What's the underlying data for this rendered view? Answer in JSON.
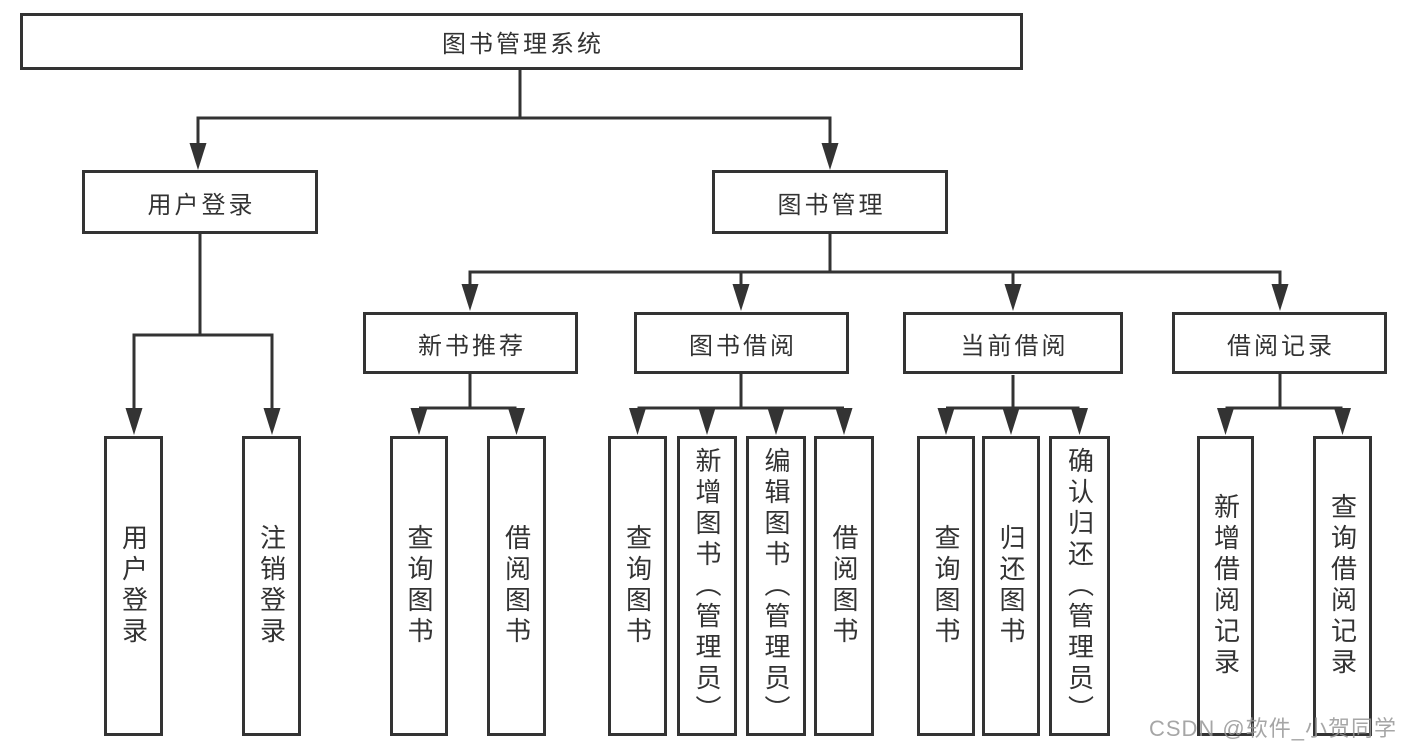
{
  "tree": {
    "label": "图书管理系统",
    "children": [
      {
        "label": "用户登录",
        "children": [
          {
            "label": "用户登录"
          },
          {
            "label": "注销登录"
          }
        ]
      },
      {
        "label": "图书管理",
        "children": [
          {
            "label": "新书推荐",
            "children": [
              {
                "label": "查询图书"
              },
              {
                "label": "借阅图书"
              }
            ]
          },
          {
            "label": "图书借阅",
            "children": [
              {
                "label": "查询图书"
              },
              {
                "label": "新增图书（管理员）"
              },
              {
                "label": "编辑图书（管理员）"
              },
              {
                "label": "借阅图书"
              }
            ]
          },
          {
            "label": "当前借阅",
            "children": [
              {
                "label": "查询图书"
              },
              {
                "label": "归还图书"
              },
              {
                "label": "确认归还（管理员）"
              }
            ]
          },
          {
            "label": "借阅记录",
            "children": [
              {
                "label": "新增借阅记录"
              },
              {
                "label": "查询借阅记录"
              }
            ]
          }
        ]
      }
    ]
  },
  "watermark": {
    "text": "CSDN @软件_小贺同学"
  },
  "colors": {
    "line": "#333333",
    "text": "#333333",
    "box_background": "#ffffff",
    "page_background": "#ffffff",
    "watermark": "#969696"
  }
}
